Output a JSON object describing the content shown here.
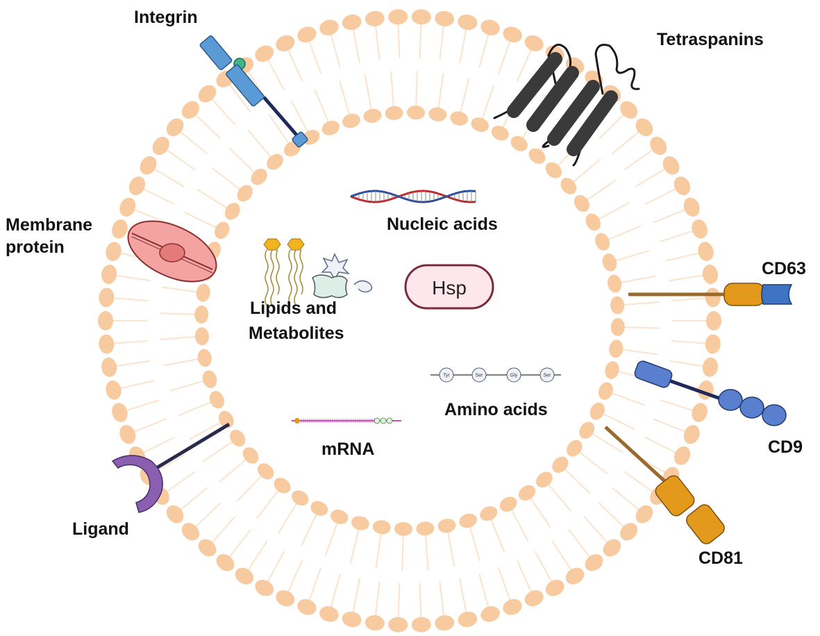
{
  "labels": {
    "integrin": "Integrin",
    "tetraspanins": "Tetraspanins",
    "membrane_protein_line1": "Membrane",
    "membrane_protein_line2": "protein",
    "nucleic_acids": "Nucleic acids",
    "lipids_line1": "Lipids and",
    "lipids_line2": "Metabolites",
    "hsp": "Hsp",
    "cd63": "CD63",
    "amino_acids": "Amino acids",
    "cd9": "CD9",
    "mrna": "mRNA",
    "ligand": "Ligand",
    "cd81": "CD81"
  },
  "amino_acid_chain": [
    "Tyr",
    "Ser",
    "Gly",
    "Ser"
  ],
  "colors": {
    "lipid_head": "#f7caa0",
    "lipid_tail": "#fbe3cc",
    "integrin": "#5b9bd5",
    "tetraspanin": "#3a3a3a",
    "membrane_protein": "#f4a3a3",
    "hsp_fill": "#fde7ec",
    "hsp_stroke": "#7a2a3a",
    "cd63_orange": "#e39a1c",
    "cd63_blue": "#3f74c2",
    "cd9": "#5b7fcf",
    "cd81": "#e39a1c",
    "ligand": "#8b5fb0",
    "stalk_brown": "#9a6a2a"
  }
}
